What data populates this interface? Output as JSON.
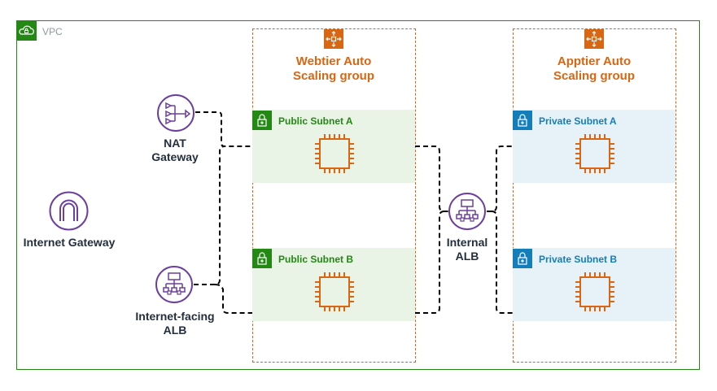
{
  "vpc": {
    "label": "VPC"
  },
  "groups": {
    "webtier": {
      "title_line1": "Webtier Auto",
      "title_line2": "Scaling group"
    },
    "apptier": {
      "title_line1": "Apptier Auto",
      "title_line2": "Scaling group"
    }
  },
  "subnets": {
    "public_a": "Public Subnet A",
    "public_b": "Public Subnet B",
    "private_a": "Private Subnet A",
    "private_b": "Private Subnet B"
  },
  "nodes": {
    "internet_gateway": "Internet Gateway",
    "nat_gateway_line1": "NAT",
    "nat_gateway_line2": "Gateway",
    "internet_alb_line1": "Internet-facing",
    "internet_alb_line2": "ALB",
    "internal_alb_line1": "Internal",
    "internal_alb_line2": "ALB"
  },
  "colors": {
    "vpc_green": "#248814",
    "asg_orange": "#d86613",
    "private_blue": "#147eba",
    "network_purple": "#6b3fa0",
    "public_fill": "#e9f3e6",
    "private_fill": "#e6f2f8"
  },
  "icons": [
    "cloud-lock-icon",
    "auto-scaling-icon",
    "lock-icon",
    "ec2-instance-icon",
    "nat-gateway-icon",
    "internet-gateway-icon",
    "load-balancer-icon"
  ]
}
